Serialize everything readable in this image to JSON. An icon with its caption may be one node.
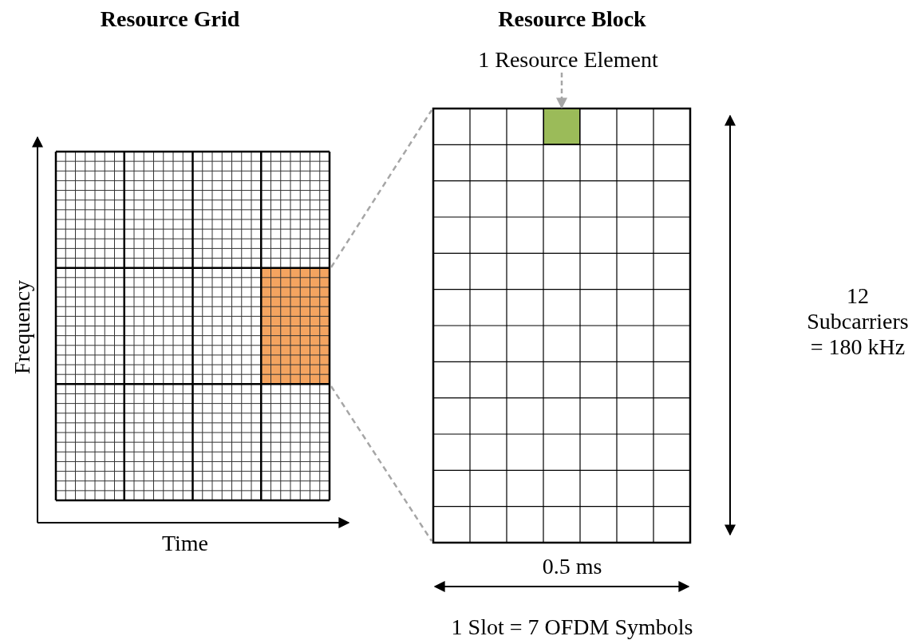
{
  "diagram": {
    "nodes": [
      {
        "text": [
          "1 Resource Element"
        ]
      },
      {
        "text": [],
        "shape": "box"
      }
    ],
    "edges": [
      {
        "from": 0,
        "to": 1,
        "arrow": "to",
        "style": "dashed",
        "color": "#a6a6a6"
      }
    ],
    "labels": [
      "Resource Grid",
      "Resource Block",
      "Frequency",
      "12 Subcarriers = 180 kHz",
      "Time",
      "0.5 ms",
      "1 Slot = 7 OFDM Symbols"
    ]
  }
}
